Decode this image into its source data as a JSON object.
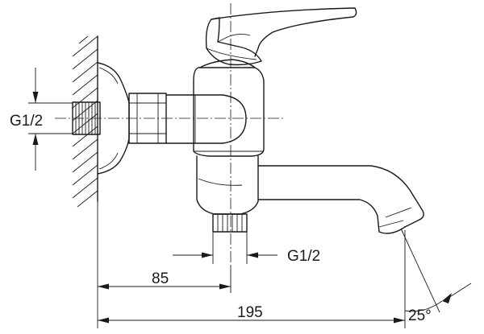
{
  "labels": {
    "inlet_thread": "G1/2",
    "outlet_thread": "G1/2",
    "dim_wall_to_outlet": "85",
    "dim_wall_to_spout": "195",
    "spout_angle": "25°"
  }
}
